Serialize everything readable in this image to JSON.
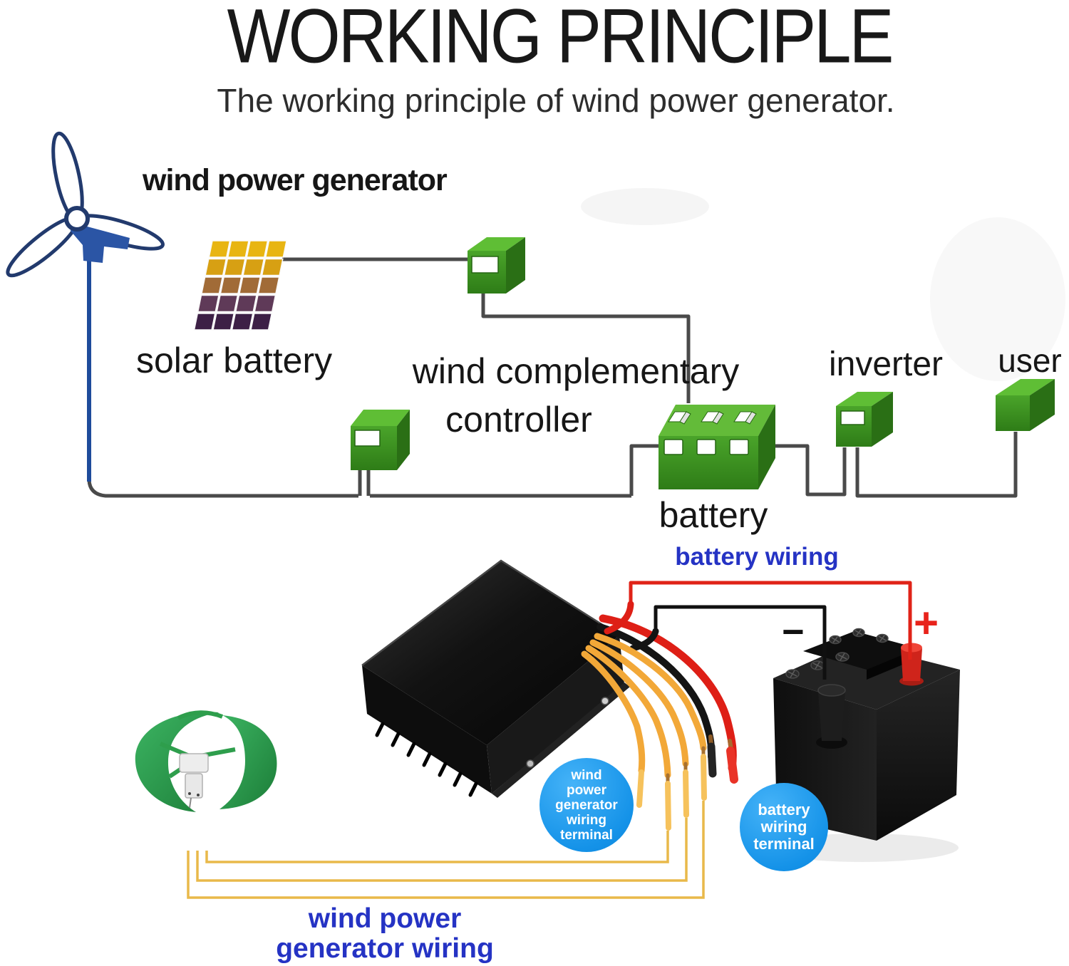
{
  "header": {
    "title": "WORKING PRINCIPLE",
    "subtitle": "The working principle of wind power generator."
  },
  "schematic": {
    "wind_power_generator": "wind power generator",
    "solar_battery": "solar battery",
    "controller_line1": "wind complementary",
    "controller_line2": "controller",
    "battery": "battery",
    "inverter": "inverter",
    "user": "user"
  },
  "wiring_section": {
    "battery_wiring": "battery wiring",
    "minus_sign": "−",
    "plus_sign": "+",
    "wind_terminal_lines": [
      "wind",
      "power",
      "generator",
      "wiring",
      "terminal"
    ],
    "battery_terminal_lines": [
      "battery",
      "wiring",
      "terminal"
    ],
    "bottom_label_line1": "wind power",
    "bottom_label_line2": "generator wiring"
  },
  "colors": {
    "label_blue": "#2533c4",
    "terminal_circle_blue": "#1d9bf3",
    "schematic_wire_gray": "#4a4a4a",
    "box_green": "#3e9523",
    "turbine_blue": "#2b55a5",
    "wire_red": "#df2117",
    "wire_black": "#141414",
    "wire_yellow": "#f3ab33"
  }
}
